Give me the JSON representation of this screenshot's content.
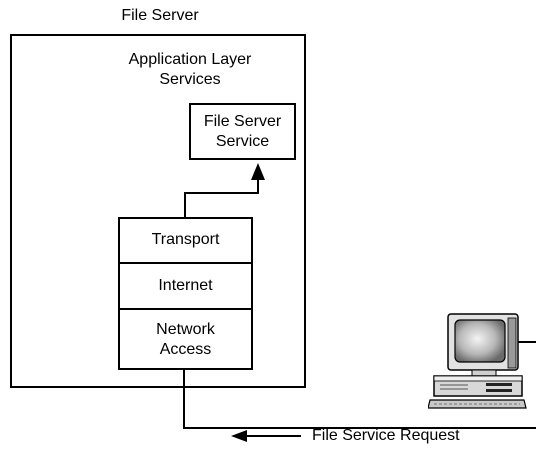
{
  "server": {
    "title": "File Server",
    "app_layer_label": "Application Layer\nServices",
    "service_box_label": "File Server\nService"
  },
  "stack": {
    "layers": [
      "Transport",
      "Internet",
      "Network\nAccess"
    ]
  },
  "request": {
    "label": "File Service Request"
  },
  "icons": {
    "client": "desktop-computer-icon"
  }
}
